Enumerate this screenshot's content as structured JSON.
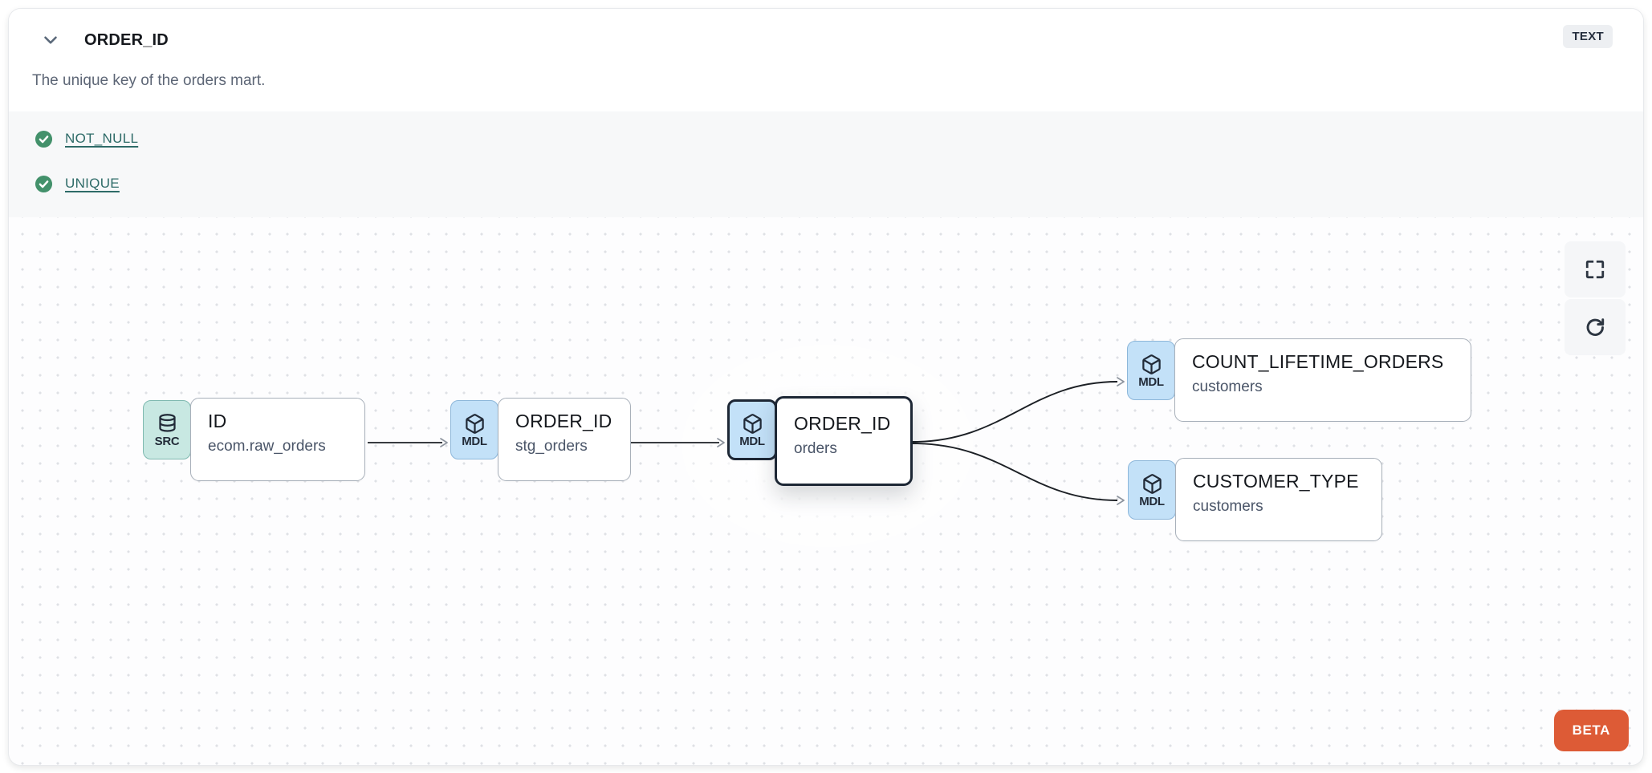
{
  "header": {
    "title": "ORDER_ID",
    "type_badge": "TEXT",
    "description": "The unique key of the orders mart."
  },
  "tests": {
    "items": [
      {
        "label": "NOT_NULL",
        "status": "pass"
      },
      {
        "label": "UNIQUE",
        "status": "pass"
      }
    ]
  },
  "lineage": {
    "nodes": [
      {
        "badge": "SRC",
        "icon": "database-icon",
        "title": "ID",
        "subtitle": "ecom.raw_orders",
        "selected": false
      },
      {
        "badge": "MDL",
        "icon": "cube-icon",
        "title": "ORDER_ID",
        "subtitle": "stg_orders",
        "selected": false
      },
      {
        "badge": "MDL",
        "icon": "cube-icon",
        "title": "ORDER_ID",
        "subtitle": "orders",
        "selected": true
      },
      {
        "badge": "MDL",
        "icon": "cube-icon",
        "title": "COUNT_LIFETIME_ORDERS",
        "subtitle": "customers",
        "selected": false
      },
      {
        "badge": "MDL",
        "icon": "cube-icon",
        "title": "CUSTOMER_TYPE",
        "subtitle": "customers",
        "selected": false
      }
    ],
    "edges": [
      {
        "from": "ID (ecom.raw_orders)",
        "to": "ORDER_ID (stg_orders)"
      },
      {
        "from": "ORDER_ID (stg_orders)",
        "to": "ORDER_ID (orders)"
      },
      {
        "from": "ORDER_ID (orders)",
        "to": "COUNT_LIFETIME_ORDERS (customers)"
      },
      {
        "from": "ORDER_ID (orders)",
        "to": "CUSTOMER_TYPE (customers)"
      }
    ],
    "beta_label": "BETA"
  },
  "colors": {
    "accent_orange": "#dd5b36",
    "badge_source_bg": "#c8e8e2",
    "badge_model_bg": "#c3e1f8",
    "test_pass_green": "#43916b",
    "link_teal": "#2e6b68",
    "selected_border": "#1d2735"
  }
}
